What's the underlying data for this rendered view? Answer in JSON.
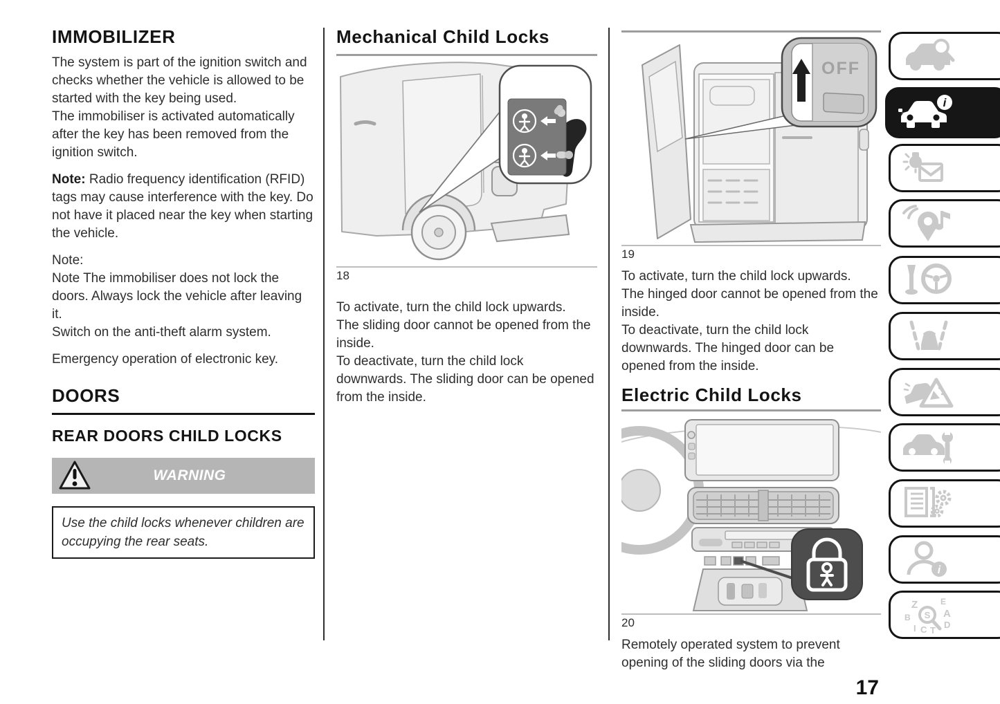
{
  "page_number": "17",
  "colors": {
    "active_tab_bg": "#161616",
    "warning_bar_bg": "#b5b5b5",
    "inactive_icon_gray": "#c9c9c9",
    "rule_gray": "#9d9d9d"
  },
  "left_column": {
    "heading": "IMMOBILIZER",
    "para1": "The system is part of the ignition switch and checks whether the vehicle is allowed to be started with the key being used.\nThe immobiliser is activated automatically after the key has been removed from the ignition switch.",
    "note1_label": "Note:",
    "note1_text": "Radio frequency identification (RFID) tags may cause interference with the key. Do not have it placed near the key when starting the vehicle.",
    "note2_label": "Note:",
    "note2_text": "Note The immobiliser does not lock the doors. Always lock the vehicle after leaving it.\nSwitch on the anti-theft alarm system.",
    "para2": "Emergency operation of electronic key.",
    "doors_heading": "DOORS",
    "subheading": "REAR DOORS CHILD LOCKS",
    "warning_label": "WARNING",
    "warning_note": "Use the child locks whenever children are occupying the rear seats."
  },
  "middle_column": {
    "heading": "Mechanical Child Locks",
    "figure_label": "18",
    "body": "To activate, turn the child lock upwards.\nThe sliding door cannot be opened from the inside.\nTo deactivate, turn the child lock downwards. The sliding door can be opened from the inside."
  },
  "right_column": {
    "figure19_label": "19",
    "figure19_callout_text": "OFF",
    "body1": "To activate, turn the child lock upwards.\nThe hinged door cannot be opened from the inside.\nTo deactivate, turn the child lock downwards. The hinged door can be opened from the inside.",
    "heading": "Electric Child Locks",
    "figure20_label": "20",
    "body2": "Remotely operated system to prevent opening of the sliding doors via the"
  },
  "sidebar": {
    "active_index": 1,
    "tabs": [
      {
        "icon": "car-magnifier-icon",
        "active": false
      },
      {
        "icon": "car-info-icon",
        "active": true
      },
      {
        "icon": "light-message-icon",
        "active": false
      },
      {
        "icon": "navigation-audio-icon",
        "active": false
      },
      {
        "icon": "gearshift-steering-icon",
        "active": false
      },
      {
        "icon": "lane-assist-icon",
        "active": false
      },
      {
        "icon": "emergency-triangle-icon",
        "active": false
      },
      {
        "icon": "car-wrench-icon",
        "active": false
      },
      {
        "icon": "specs-gears-icon",
        "active": false
      },
      {
        "icon": "person-info-icon",
        "active": false
      },
      {
        "icon": "index-search-icon",
        "active": false
      }
    ],
    "info_glyph": "i",
    "search_glyph": "S",
    "index_letters": [
      "Z",
      "E",
      "B",
      "A",
      "I",
      "C",
      "T",
      "D"
    ]
  }
}
